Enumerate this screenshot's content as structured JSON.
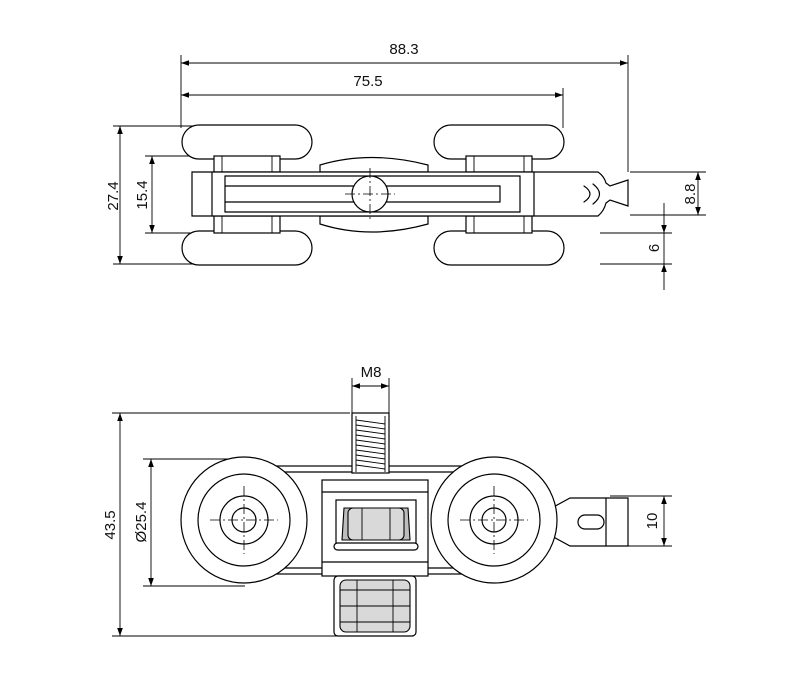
{
  "dimensions": {
    "top_overall_length": "88.3",
    "top_wheel_span": "75.5",
    "top_overall_height": "27.4",
    "top_body_height": "15.4",
    "top_tongue_height": "8.8",
    "top_offset": "6",
    "front_thread": "M8",
    "front_overall_height": "43.5",
    "front_wheel_diameter": "Ø25.4",
    "front_tongue_height": "10"
  }
}
